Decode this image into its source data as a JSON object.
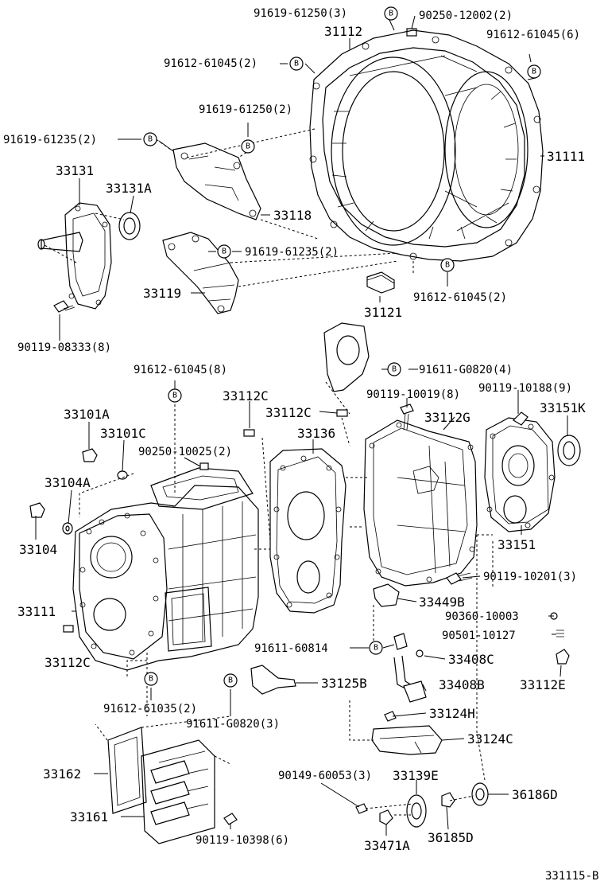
{
  "diagram_code": "331115-B",
  "bolt_badge": "B",
  "labels": {
    "l1": "91619-61250(3)",
    "l2": "90250-12002(2)",
    "l3": "31112",
    "l4": "91612-61045(6)",
    "l5": "91612-61045(2)",
    "l6": "91619-61250(2)",
    "l7": "91619-61235(2)",
    "l8": "31111",
    "l9": "33131",
    "l10": "33131A",
    "l11": "33118",
    "l12": "91619-61235(2)",
    "l13": "33119",
    "l14": "31121",
    "l15": "91612-61045(2)",
    "l16": "90119-08333(8)",
    "l17": "91611-G0820(4)",
    "l18": "91612-61045(8)",
    "l19": "33112C",
    "l20": "90119-10019(8)",
    "l21": "90119-10188(9)",
    "l22": "33101A",
    "l23": "33112C",
    "l24": "33112G",
    "l25": "33151K",
    "l26": "33101C",
    "l27": "33136",
    "l28": "90250-10025(2)",
    "l29": "33104A",
    "l30": "33104",
    "l31": "33151",
    "l32": "90119-10201(3)",
    "l33": "33111",
    "l34": "33449B",
    "l35": "90360-10003",
    "l36": "91611-60814",
    "l37": "90501-10127",
    "l38": "33112C",
    "l39": "33408C",
    "l40": "33112E",
    "l41": "33125B",
    "l42": "33408B",
    "l43": "91612-61035(2)",
    "l44": "91611-G0820(3)",
    "l45": "33124H",
    "l46": "33124C",
    "l47": "33162",
    "l48": "90149-60053(3)",
    "l49": "33139E",
    "l50": "36186D",
    "l51": "33161",
    "l52": "90119-10398(6)",
    "l53": "33471A",
    "l54": "36185D"
  }
}
